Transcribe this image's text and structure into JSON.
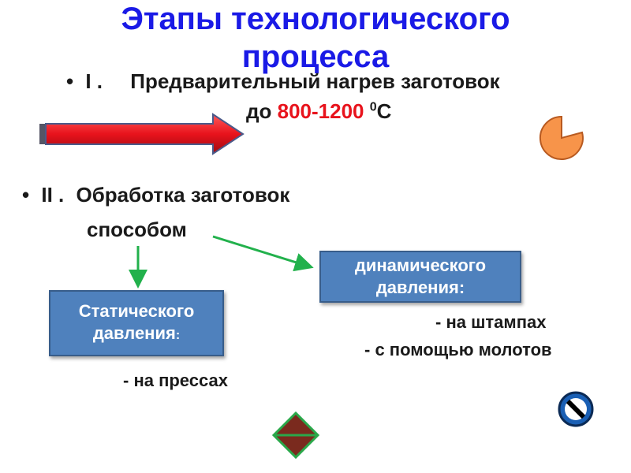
{
  "title": {
    "line1": "Этапы технологического",
    "line2": "процесса"
  },
  "stage1": {
    "bullet": "•",
    "number": "I .",
    "text": "Предварительный нагрев заготовок",
    "prefix": "до",
    "temperature": "800-1200",
    "degree": "0",
    "unit": "С"
  },
  "stage2": {
    "bullet": "•",
    "number": "II .",
    "text": "Обработка заготовок",
    "text2": "способом"
  },
  "static_box": {
    "line1": "Статического",
    "line2": "давления",
    "colon": ":"
  },
  "dynamic_box": {
    "line1": "динамического",
    "line2": "давления:"
  },
  "items": {
    "presses": "- на прессах",
    "stamps": "- на штампах",
    "hammers": "- с помощью молотов"
  },
  "colors": {
    "title": "#1a1ae6",
    "accent_red": "#e8131c",
    "box_fill": "#4f81bd",
    "arrow_green": "#22b14c",
    "pie_fill": "#f7944a",
    "diamond_fill": "#7a2a1e"
  },
  "icons": {
    "arrow": "red-right-arrow-icon",
    "pie": "pie-chart-icon",
    "no_sign": "no-entry-icon",
    "diamond": "diamond-icon"
  }
}
